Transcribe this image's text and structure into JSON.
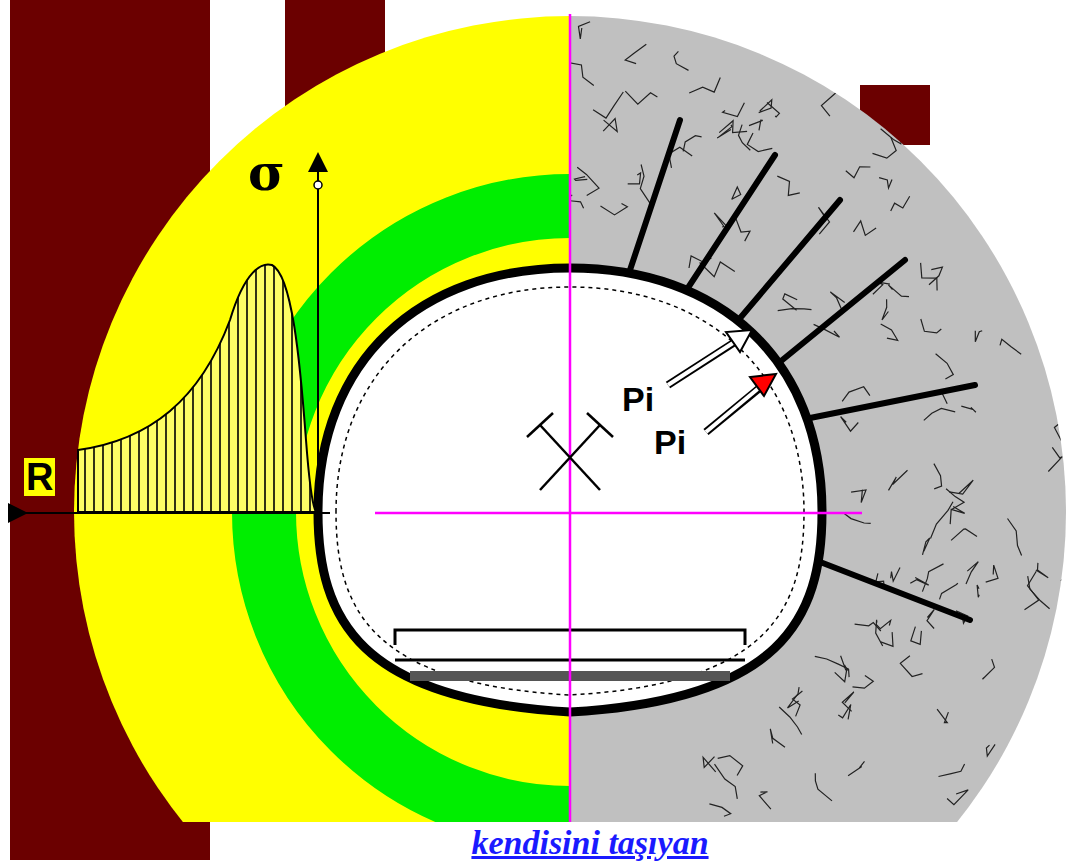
{
  "diagram": {
    "caption": "kendisini taşıyan",
    "labels": [
      "σ",
      "R",
      "Pi",
      "Pi"
    ]
  }
}
